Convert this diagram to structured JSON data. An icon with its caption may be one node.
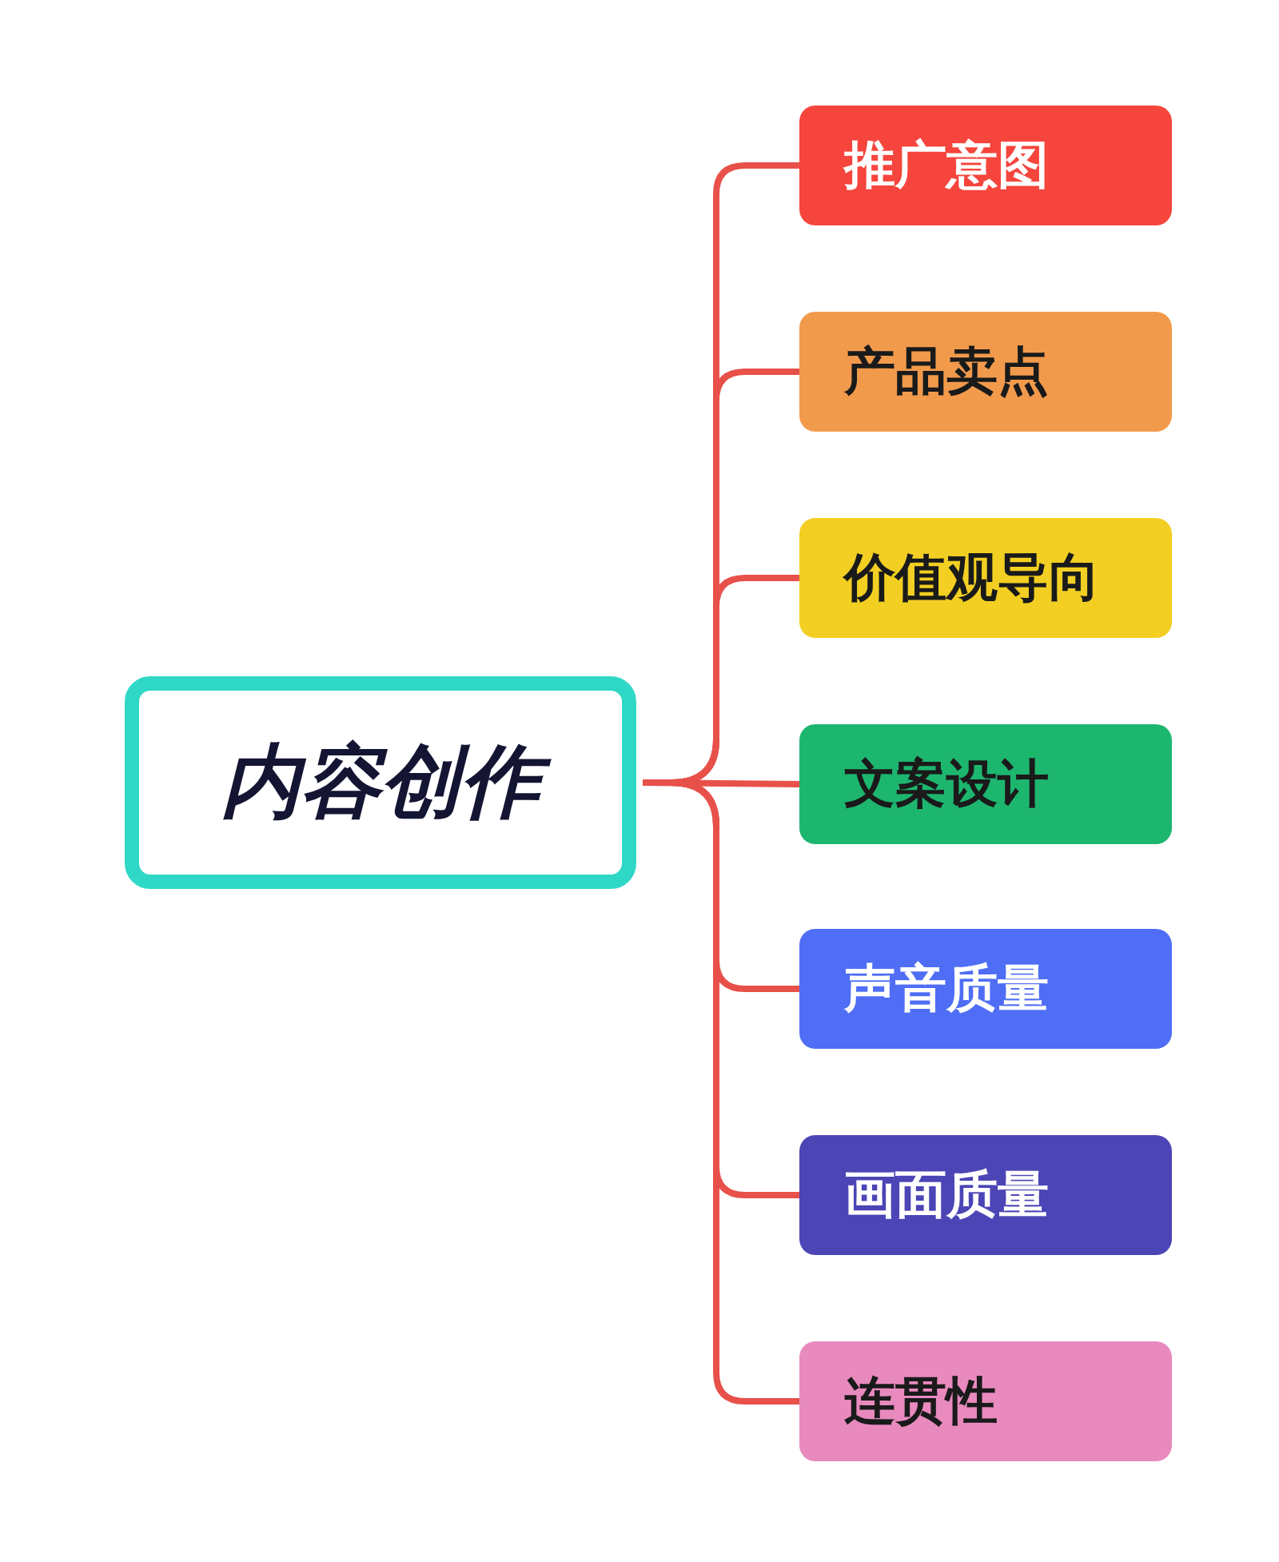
{
  "diagram": {
    "nodes": [
      {
        "text": [
          "内容创作"
        ]
      },
      {
        "text": [
          "推广意图"
        ]
      },
      {
        "text": [
          "产品卖点"
        ]
      },
      {
        "text": [
          "价值观导向"
        ]
      },
      {
        "text": [
          "文案设计"
        ]
      },
      {
        "text": [
          "声音质量"
        ]
      },
      {
        "text": [
          "画面质量"
        ]
      },
      {
        "text": [
          "连贯性"
        ]
      }
    ],
    "edges": [
      {
        "from": 0,
        "to": 1,
        "arrow": "none"
      },
      {
        "from": 0,
        "to": 2,
        "arrow": "none"
      },
      {
        "from": 0,
        "to": 3,
        "arrow": "none"
      },
      {
        "from": 0,
        "to": 4,
        "arrow": "none"
      },
      {
        "from": 0,
        "to": 5,
        "arrow": "none"
      },
      {
        "from": 0,
        "to": 6,
        "arrow": "none"
      },
      {
        "from": 0,
        "to": 7,
        "arrow": "none"
      }
    ]
  }
}
